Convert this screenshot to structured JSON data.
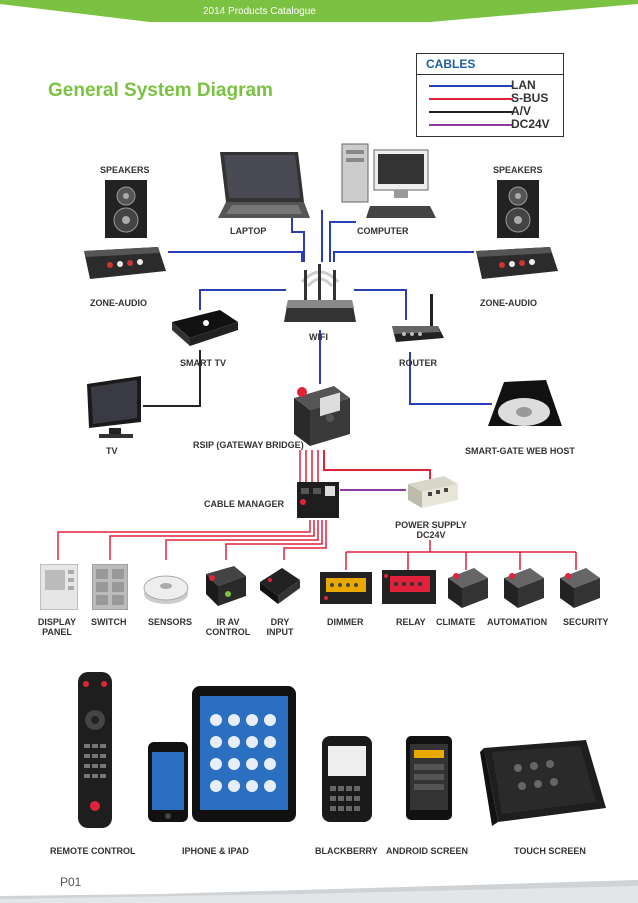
{
  "header": {
    "catalogue": "2014 Products Catalogue"
  },
  "title": "General System Diagram",
  "legend": {
    "title": "CABLES",
    "items": [
      {
        "label": "LAN",
        "color": "#2a3fb5"
      },
      {
        "label": "S-BUS",
        "color": "#e0233a"
      },
      {
        "label": "A/V",
        "color": "#222222"
      },
      {
        "label": "DC24V",
        "color": "#8b3a9e"
      }
    ]
  },
  "labels": {
    "speakers_left": "SPEAKERS",
    "speakers_right": "SPEAKERS",
    "laptop": "LAPTOP",
    "computer": "COMPUTER",
    "zone_audio_left": "ZONE-AUDIO",
    "zone_audio_right": "ZONE-AUDIO",
    "wifi": "WIFI",
    "smart_tv": "SMART TV",
    "router": "ROUTER",
    "tv": "TV",
    "rsip": "RSIP (GATEWAY BRIDGE)",
    "smart_gate": "SMART-GATE WEB HOST",
    "cable_manager": "CABLE MANAGER",
    "power_supply": "POWER SUPPLY DC24V",
    "display_panel": "DISPLAY PANEL",
    "switch": "SWITCH",
    "sensors": "SENSORS",
    "ir_av": "IR AV CONTROL",
    "dry_input": "DRY INPUT",
    "dimmer": "DIMMER",
    "relay": "RELAY",
    "climate": "CLIMATE",
    "automation": "AUTOMATION",
    "security": "SECURITY",
    "remote": "REMOTE CONTROL",
    "iphone": "IPHONE & IPAD",
    "blackberry": "BLACKBERRY",
    "android": "ANDROID SCREEN",
    "touch": "TOUCH SCREEN"
  },
  "footer": {
    "page": "P01"
  }
}
